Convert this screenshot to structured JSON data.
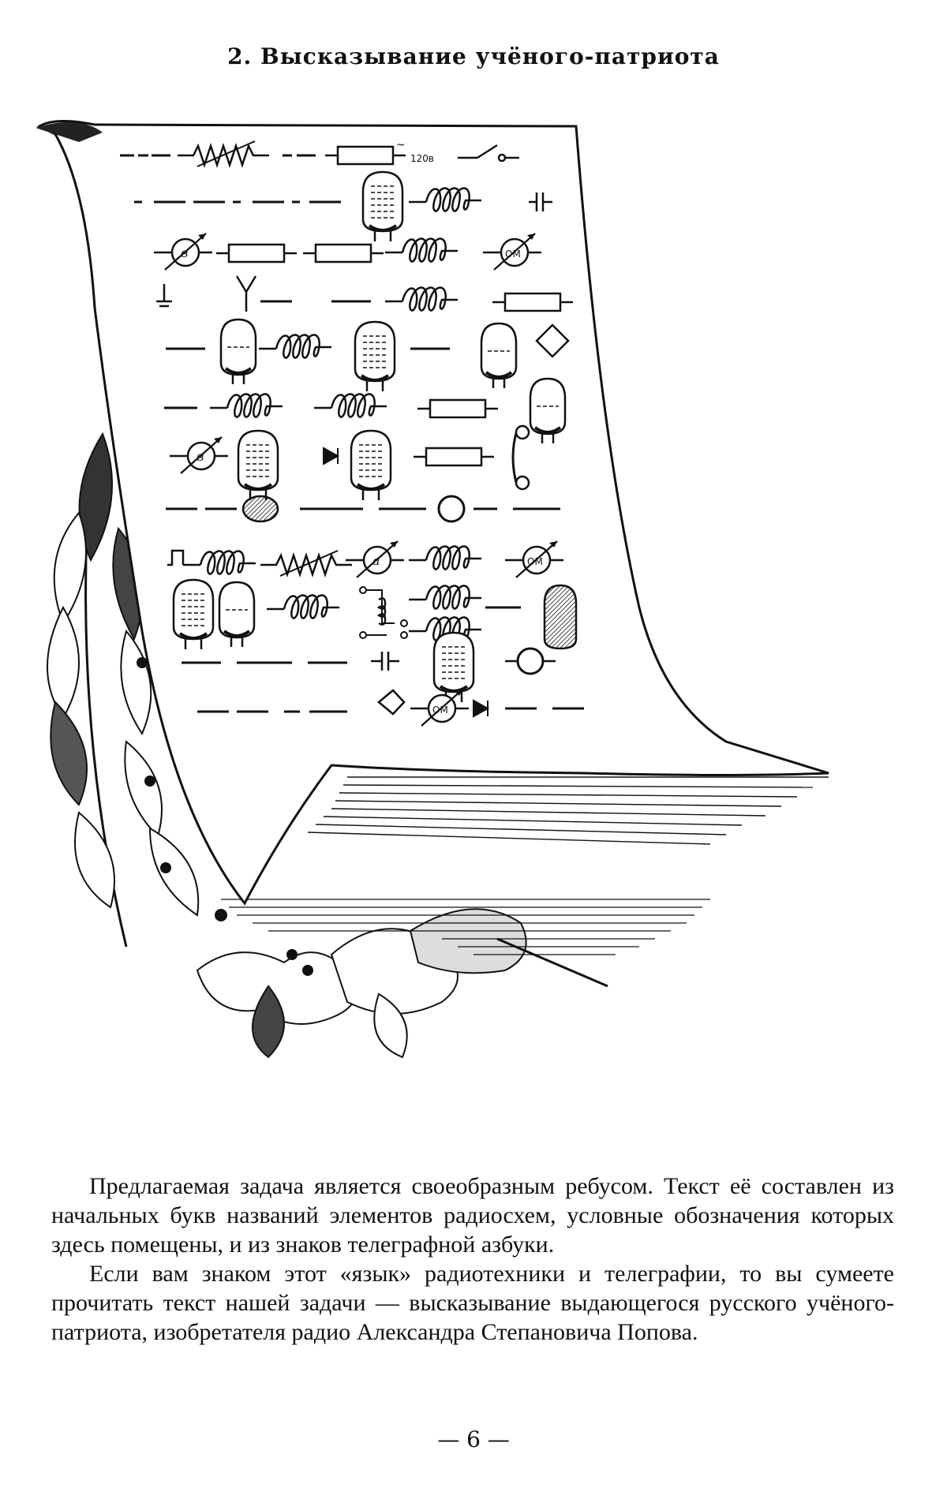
{
  "title": "2. Высказывание учёного-патриота",
  "paragraphs": [
    "Предлагаемая задача является своеобразным ребусом. Текст её составлен из начальных букв названий элементов радиосхем, условные обозначения которых здесь помещены, и из знаков телеграфной азбуки.",
    "Если вам знаком этот «язык» радиотехники и телеграфии, то вы сумеете прочитать текст нашей задачи — высказывание выдающегося русского учёного-патриота, изобретателя радио Александра Степановича Попова."
  ],
  "page_number": "— 6 —",
  "illustration": {
    "scroll_label_voltage": "120в",
    "meter_label_v": "в",
    "meter_label_a": "а",
    "meter_label_ohm": "ОМ"
  },
  "colors": {
    "ink": "#111111",
    "paper": "#ffffff",
    "leaf_dark": "#222222"
  }
}
